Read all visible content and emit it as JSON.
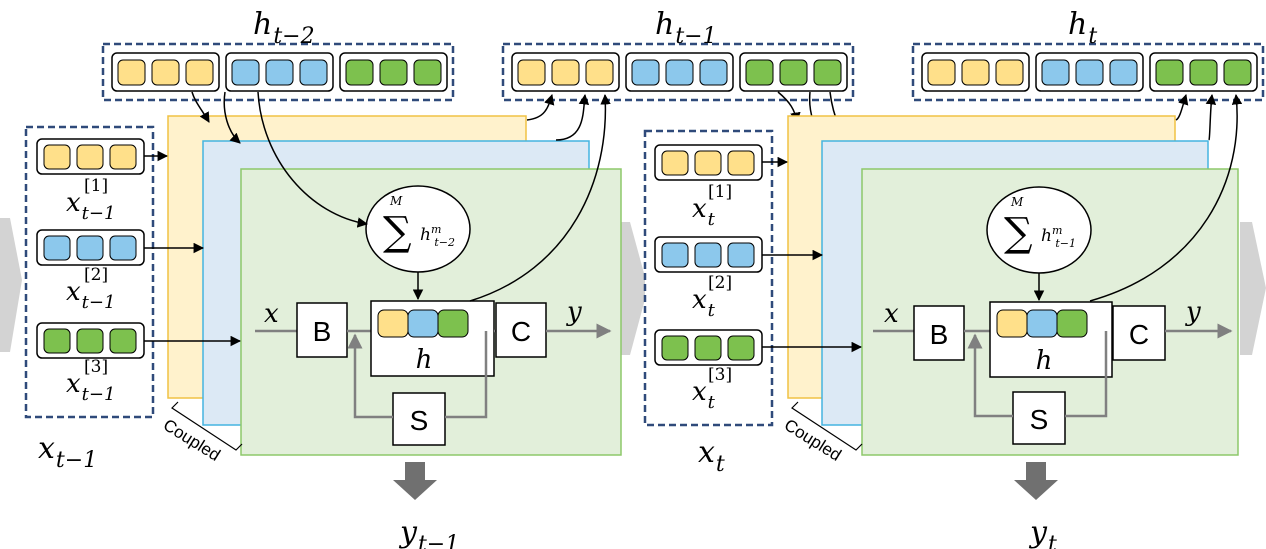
{
  "colors": {
    "yellow": "#FFE08A",
    "blue": "#8CC8EC",
    "green": "#7DC14E",
    "layer_yellow": "#FFF2CC",
    "layer_blue": "#DCE9F5",
    "layer_green": "#E2EFDA",
    "dashed_border": "#2F4A7A",
    "gray_arrow": "#808080",
    "light_gray": "#D0D0D0"
  },
  "hidden_labels": {
    "h_prev2": {
      "base": "h",
      "sub": "t−2"
    },
    "h_prev1": {
      "base": "h",
      "sub": "t−1"
    },
    "h_curr": {
      "base": "h",
      "sub": "t"
    }
  },
  "blocks": [
    {
      "inputs": [
        {
          "base": "x",
          "sup": "[1]",
          "sub": "t−1"
        },
        {
          "base": "x",
          "sup": "[2]",
          "sub": "t−1"
        },
        {
          "base": "x",
          "sup": "[3]",
          "sub": "t−1"
        }
      ],
      "input_label": {
        "base": "x",
        "sub": "t−1"
      },
      "output_label": {
        "base": "y",
        "sub": "t−1"
      },
      "sum": {
        "sup": "M",
        "symbol": "∑",
        "term": "h",
        "term_sup": "m",
        "term_sub": "t−2"
      },
      "coupled": "Coupled",
      "B": "B",
      "C": "C",
      "S": "S",
      "x": "x",
      "y": "y",
      "h": "h"
    },
    {
      "inputs": [
        {
          "base": "x",
          "sup": "[1]",
          "sub": "t"
        },
        {
          "base": "x",
          "sup": "[2]",
          "sub": "t"
        },
        {
          "base": "x",
          "sup": "[3]",
          "sub": "t"
        }
      ],
      "input_label": {
        "base": "x",
        "sub": "t"
      },
      "output_label": {
        "base": "y",
        "sub": "t"
      },
      "sum": {
        "sup": "M",
        "symbol": "∑",
        "term": "h",
        "term_sup": "m",
        "term_sub": "t−1"
      },
      "coupled": "Coupled",
      "B": "B",
      "C": "C",
      "S": "S",
      "x": "x",
      "y": "y",
      "h": "h"
    }
  ]
}
